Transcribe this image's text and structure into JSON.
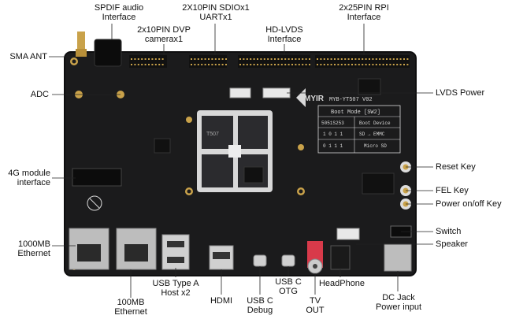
{
  "labels": {
    "spdif": [
      "SPDIF audio",
      "Interface"
    ],
    "sdio": [
      "2X10PIN SDIOx1",
      "UARTx1"
    ],
    "rpi": [
      "2x25PIN RPI",
      "Interface"
    ],
    "dvp": [
      "2x10PIN  DVP",
      "camerax1"
    ],
    "hdlvds": [
      "HD-LVDS",
      "Interface"
    ],
    "sma": "SMA ANT",
    "adc": "ADC",
    "lvds_power": "LVDS Power",
    "g4": [
      "4G module",
      "interface"
    ],
    "reset": "Reset Key",
    "fel": "FEL Key",
    "power_key": "Power on/off Key",
    "eth1000": [
      "1000MB",
      "Ethernet"
    ],
    "switch": "Switch",
    "speaker": "Speaker",
    "usba": [
      "USB Type A",
      "Host x2"
    ],
    "hdmi": "HDMI",
    "usbc_debug": [
      "USB C",
      "Debug"
    ],
    "usbc_otg": [
      "USB C",
      "OTG"
    ],
    "tv": [
      "TV",
      "OUT"
    ],
    "headphone": "HeadPhone",
    "eth100": [
      "100MB",
      "Ethernet"
    ],
    "dcjack": [
      "DC Jack",
      "Power input"
    ]
  },
  "board": {
    "brand": "MYIR",
    "model": "MYB-YT507 V02",
    "chip": "T507",
    "boot_title": "Boot Mode [SW2]",
    "boot_header": [
      "5051S253",
      "Boot Device"
    ],
    "boot_rows": [
      [
        "1 0 1 1",
        "SD → EMMC"
      ],
      [
        "0 1 1 1",
        "Micro SD"
      ]
    ]
  },
  "colors": {
    "pcb": "#1b1b1c",
    "pcb_edge": "#0e0e0f",
    "silk": "#d9d9d9",
    "pin_gold": "#c9a24a",
    "leader": "#222222",
    "tv_red": "#d83a4a"
  }
}
